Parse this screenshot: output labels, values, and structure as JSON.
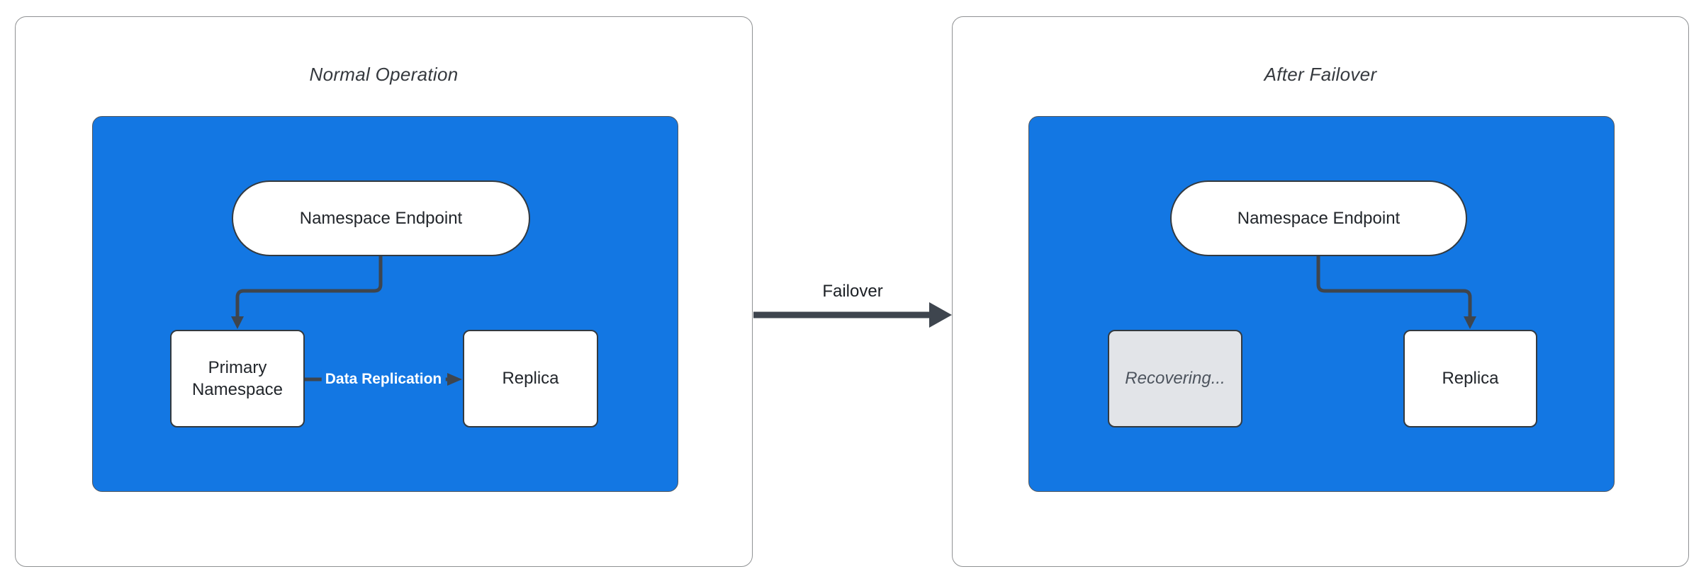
{
  "colors": {
    "container_blue": "#1377e3",
    "connector_dark": "#3e454e",
    "node_border": "#333a40",
    "panel_border": "#8f9193",
    "title_text": "#35393e",
    "node_text": "#22262b",
    "recovering_fill": "#e2e4e8",
    "recovering_text": "#4d545e",
    "replication_label_text": "#ffffff",
    "failover_label_text": "#1b1f24"
  },
  "panels": {
    "normal": {
      "title": "Normal Operation",
      "endpoint_label": "Namespace Endpoint",
      "primary_label": "Primary Namespace",
      "replica_label": "Replica",
      "replication_label": "Data Replication"
    },
    "failover": {
      "title": "After Failover",
      "endpoint_label": "Namespace Endpoint",
      "recovering_label": "Recovering...",
      "replica_label": "Replica"
    }
  },
  "transition": {
    "label": "Failover"
  }
}
